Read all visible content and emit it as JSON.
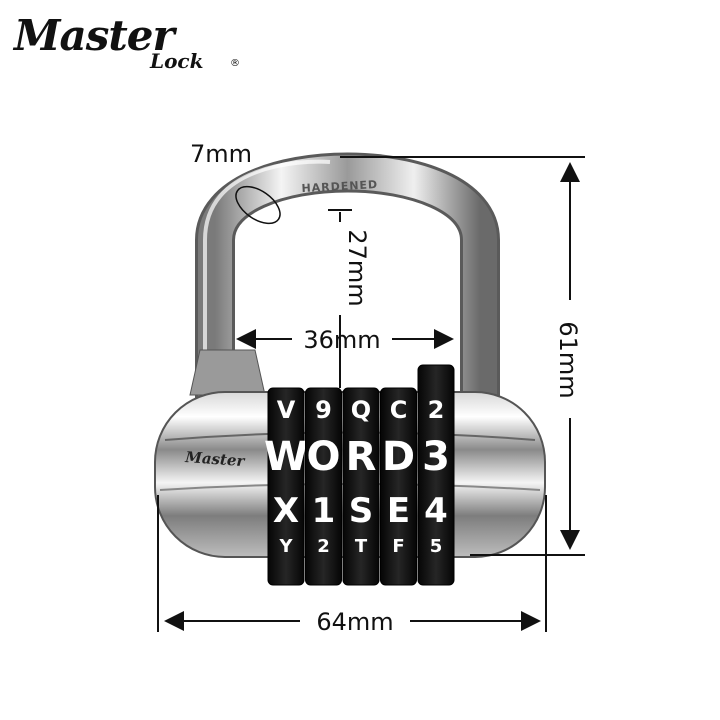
{
  "brand": {
    "main": "Master",
    "sub": "Lock",
    "trademark": "®",
    "body_text": "Master",
    "shackle_text": "HARDENED"
  },
  "dimensions": {
    "shackle_thickness": "7mm",
    "shackle_clearance": "27mm",
    "shackle_width": "36mm",
    "total_height": "61mm",
    "body_width": "64mm"
  },
  "wheels": {
    "row_top_partial": [
      "V",
      "9",
      "Q",
      "C",
      "2"
    ],
    "row_main": [
      "W",
      "O",
      "R",
      "D",
      "3"
    ],
    "row_below": [
      "X",
      "1",
      "S",
      "E",
      "4"
    ],
    "row_bottom_partial": [
      "Y",
      "2",
      "T",
      "F",
      "5"
    ]
  },
  "colors": {
    "background": "#ffffff",
    "chrome_light": "#f2f2f2",
    "chrome_dark": "#6f6f6f",
    "wheel": "#111111",
    "dimension_line": "#111111"
  }
}
